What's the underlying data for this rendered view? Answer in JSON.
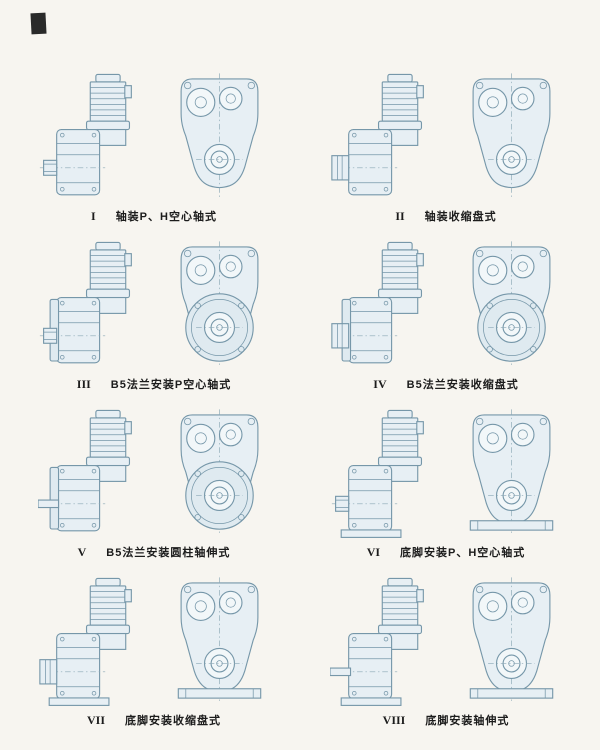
{
  "page": {
    "background": "#f7f5f0",
    "line_color": "#7697a9",
    "text_color": "#1c1c1c"
  },
  "panels": [
    {
      "numeral": "I",
      "caption": "轴装P、H空心轴式"
    },
    {
      "numeral": "II",
      "caption": "轴装收缩盘式"
    },
    {
      "numeral": "III",
      "caption": "B5法兰安装P空心轴式"
    },
    {
      "numeral": "IV",
      "caption": "B5法兰安装收缩盘式"
    },
    {
      "numeral": "V",
      "caption": "B5法兰安装圆柱轴伸式"
    },
    {
      "numeral": "VI",
      "caption": "底脚安装P、H空心轴式"
    },
    {
      "numeral": "VII",
      "caption": "底脚安装收缩盘式"
    },
    {
      "numeral": "VIII",
      "caption": "底脚安装轴伸式"
    }
  ]
}
